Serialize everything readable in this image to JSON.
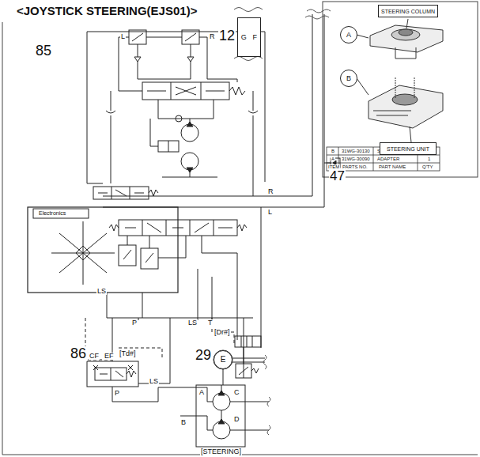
{
  "diagram": {
    "title": "<JOYSTICK STEERING(EJS01)>",
    "nodes": [
      {
        "text": [
          "G",
          "F"
        ]
      },
      {
        "text": [
          "E"
        ]
      },
      {
        "text": [
          "STEERING COLUMN"
        ]
      },
      {
        "text": [
          "A"
        ]
      },
      {
        "text": [
          "B"
        ]
      },
      {
        "text": [
          "STEERING UNIT"
        ]
      }
    ],
    "labels": [
      "85",
      "L",
      "R",
      "12",
      "47",
      "R",
      "L",
      "LS",
      "P",
      "LS",
      "T",
      "[Dr#]",
      "86",
      "CF",
      "EF",
      "[Td#]",
      "P",
      "LS",
      "29",
      "A",
      "C",
      "B",
      "D",
      "[STEERING]",
      "B",
      "31WG-30130",
      "SENSOR",
      "1",
      "A",
      "31WG-30090",
      "ADAPTER",
      "1",
      "ITEM",
      "PARTS NO.",
      "PART NAME",
      "Q'TY",
      "Electronics"
    ]
  }
}
